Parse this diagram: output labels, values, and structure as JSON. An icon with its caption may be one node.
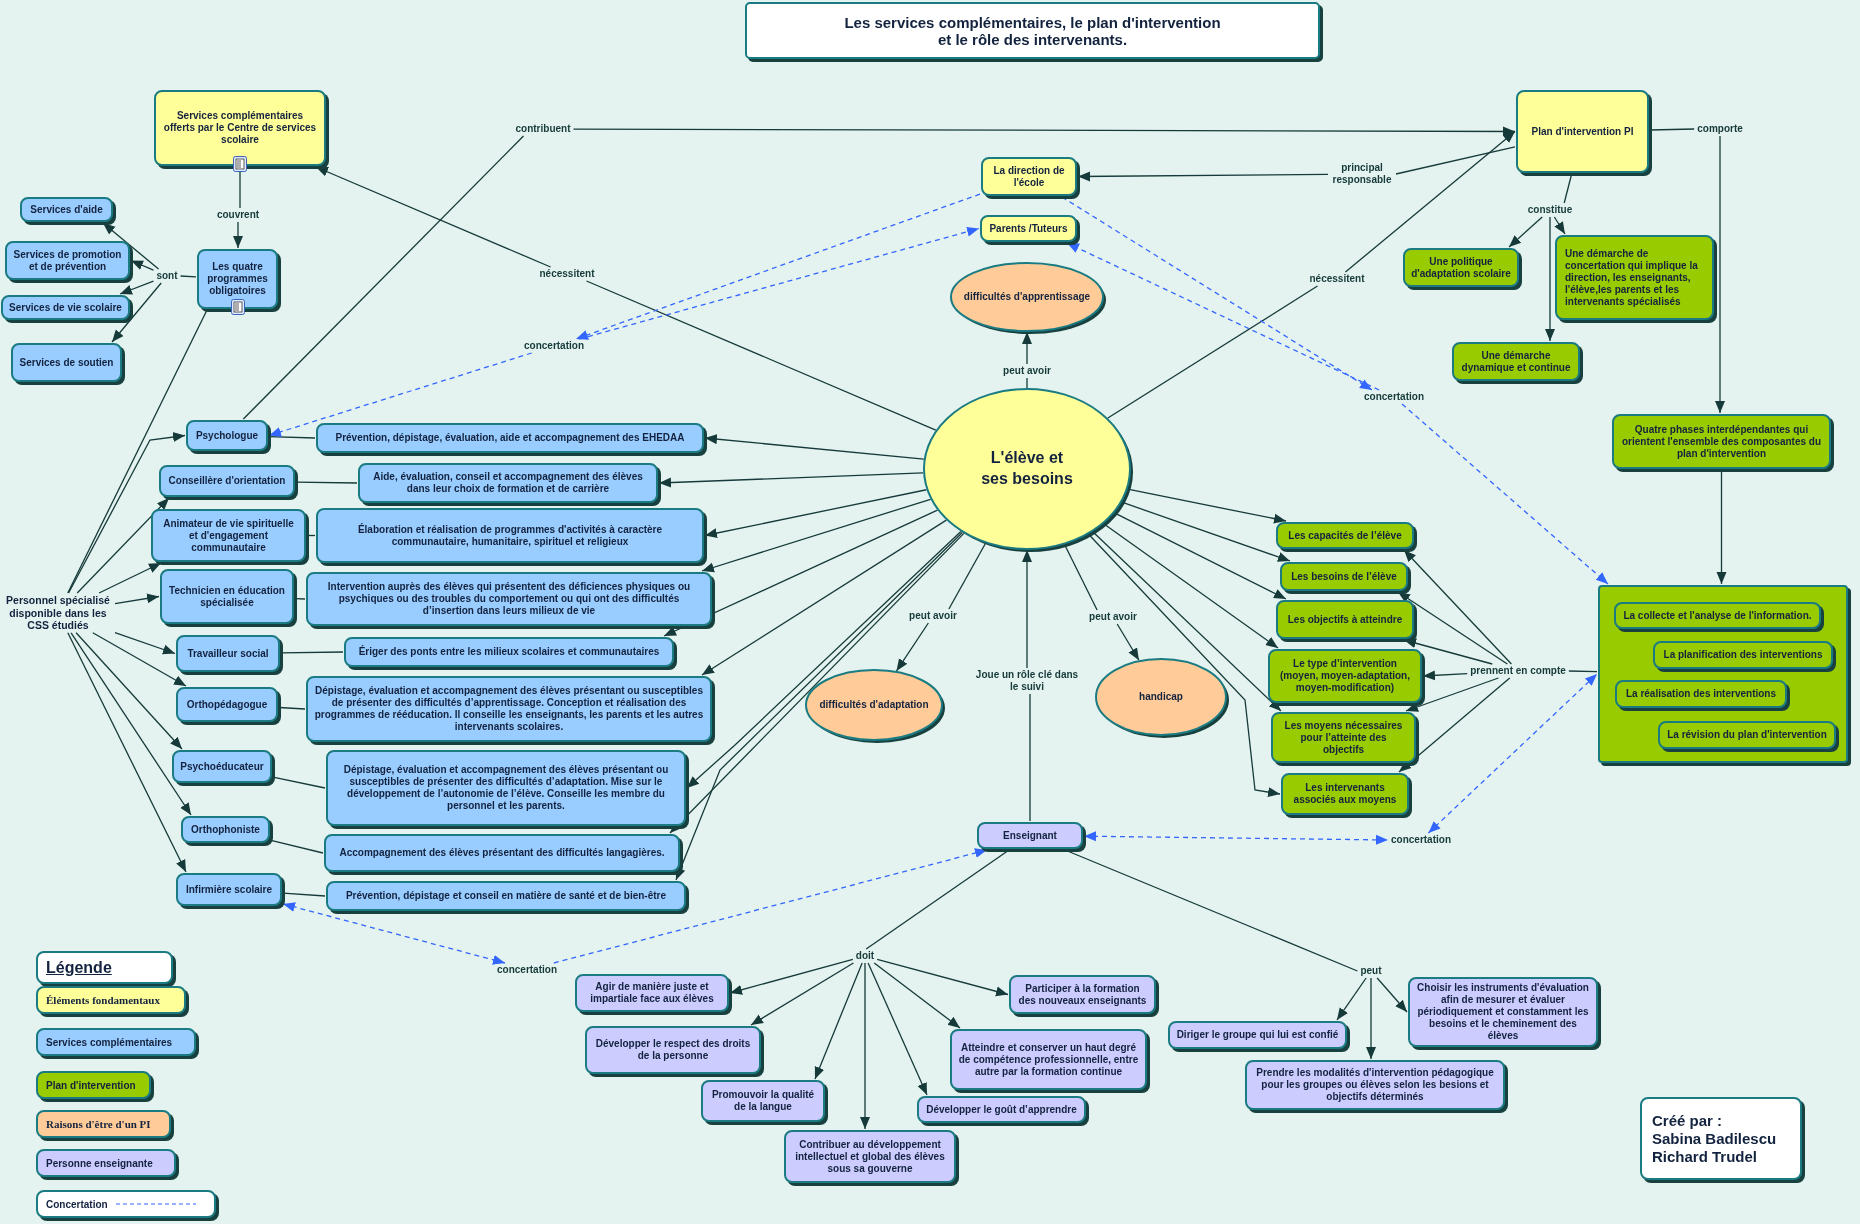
{
  "diagram": {
    "title": "Les services complémentaires, le plan d'intervention et le rôle des intervenants.",
    "nodes": [
      {
        "text": [
          "Services complémentaires offerts par le Centre de services scolaire"
        ]
      },
      {
        "text": [
          "couvrent"
        ]
      },
      {
        "text": [
          "Les quatre programmes obligatoires"
        ]
      },
      {
        "text": [
          "sont"
        ]
      },
      {
        "text": [
          "Services d'aide"
        ]
      },
      {
        "text": [
          "Services de promotion et de prévention"
        ]
      },
      {
        "text": [
          "Services de vie scolaire"
        ]
      },
      {
        "text": [
          "Services de soutien"
        ]
      },
      {
        "text": [
          "Personnel spécialisé disponible dans les CSS étudiés"
        ]
      },
      {
        "text": [
          "Psychologue"
        ]
      },
      {
        "text": [
          "Prévention, dépistage, évaluation, aide et accompagnement des EHEDAA"
        ]
      },
      {
        "text": [
          "Conseillère d'orientation"
        ]
      },
      {
        "text": [
          "Aide, évaluation, conseil et accompagnement des élèves dans leur choix de formation et de carrière"
        ]
      },
      {
        "text": [
          "Animateur de vie spirituelle et d'engagement communautaire"
        ]
      },
      {
        "text": [
          "Élaboration et réalisation de programmes d'activités à caractère communautaire, humanitaire, spirituel et religieux"
        ]
      },
      {
        "text": [
          "Technicien en éducation spécialisée"
        ]
      },
      {
        "text": [
          "Intervention auprès des élèves qui présentent des déficiences physiques ou psychiques ou des troubles du comportement ou qui ont des difficultés d’insertion dans leurs milieux de vie"
        ]
      },
      {
        "text": [
          "Travailleur social"
        ]
      },
      {
        "text": [
          "Ériger des ponts entre les milieux scolaires et communautaires"
        ]
      },
      {
        "text": [
          "Orthopédagogue"
        ]
      },
      {
        "text": [
          "Dépistage, évaluation et accompagnement des élèves présentant ou susceptibles de présenter des difficultés d’apprentissage. Conception et réalisation des programmes de rééducation. Il conseille les enseignants, les parents et les autres intervenants scolaires."
        ]
      },
      {
        "text": [
          "Psychoéducateur"
        ]
      },
      {
        "text": [
          "Dépistage, évaluation et accompagnement des élèves présentant ou susceptibles de présenter des difficultés d’adaptation. Mise sur le développement de l’autonomie de l’élève. Conseille les membre du personnel et les parents."
        ]
      },
      {
        "text": [
          "Orthophoniste"
        ]
      },
      {
        "text": [
          "Accompagnement des élèves présentant des difficultés langagières."
        ]
      },
      {
        "text": [
          "Infirmière scolaire"
        ]
      },
      {
        "text": [
          "Prévention, dépistage et conseil en matière de santé et de bien-être"
        ]
      },
      {
        "text": [
          "L'élève et ses besoins"
        ]
      },
      {
        "text": [
          "contribuent"
        ]
      },
      {
        "text": [
          "nécessitent"
        ]
      },
      {
        "text": [
          "Plan d'intervention PI"
        ]
      },
      {
        "text": [
          "La direction de l'école"
        ]
      },
      {
        "text": [
          "Parents /Tuteurs"
        ]
      },
      {
        "text": [
          "principal responsable"
        ]
      },
      {
        "text": [
          "nécessitent"
        ]
      },
      {
        "text": [
          "difficultés d'apprentissage"
        ]
      },
      {
        "text": [
          "peut avoir"
        ]
      },
      {
        "text": [
          "concertation"
        ]
      },
      {
        "text": [
          "concertation"
        ]
      },
      {
        "text": [
          "constitue"
        ]
      },
      {
        "text": [
          "Une politique d'adaptation scolaire"
        ]
      },
      {
        "text": [
          "Une démarche de concertation qui implique la direction, les enseignants, l'élève,les parents et les intervenants spécialisés"
        ]
      },
      {
        "text": [
          "Une démarche dynamique et continue"
        ]
      },
      {
        "text": [
          "comporte"
        ]
      },
      {
        "text": [
          "Quatre phases interdépendantes qui orientent l'ensemble des composantes du plan d'intervention"
        ]
      },
      {
        "text": [],
        "shape": "box"
      },
      {
        "text": [
          "La collecte et l'analyse de l'information."
        ],
        "in": 45
      },
      {
        "text": [
          "La planification des interventions"
        ],
        "in": 45
      },
      {
        "text": [
          "La réalisation des interventions"
        ],
        "in": 45
      },
      {
        "text": [
          "La révision du plan d'intervention"
        ],
        "in": 45
      },
      {
        "text": [
          "peut avoir"
        ]
      },
      {
        "text": [
          "difficultés d'adaptation"
        ]
      },
      {
        "text": [
          "peut avoir"
        ]
      },
      {
        "text": [
          "handicap"
        ]
      },
      {
        "text": [
          "Joue un rôle clé dans le suivi"
        ]
      },
      {
        "text": [
          "Enseignant"
        ]
      },
      {
        "text": [
          "Les capacités de l’élève"
        ]
      },
      {
        "text": [
          "Les besoins de l’élève"
        ]
      },
      {
        "text": [
          "Les objectifs à atteindre"
        ]
      },
      {
        "text": [
          "Le type d’intervention (moyen, moyen-adaptation, moyen-modification)"
        ]
      },
      {
        "text": [
          "Les moyens nécessaires pour l’atteinte des objectifs"
        ]
      },
      {
        "text": [
          "Les intervenants associés aux moyens"
        ]
      },
      {
        "text": [
          "prennent en compte"
        ]
      },
      {
        "text": [
          "concertation"
        ]
      },
      {
        "text": [
          "concertation"
        ]
      },
      {
        "text": [
          "doit"
        ]
      },
      {
        "text": [
          "peut"
        ]
      },
      {
        "text": [
          "Agir de manière juste et impartiale face aux élèves"
        ]
      },
      {
        "text": [
          "Développer le respect des droits de la personne"
        ]
      },
      {
        "text": [
          "Promouvoir la qualité de la langue"
        ]
      },
      {
        "text": [
          "Contribuer au développement intellectuel et global des élèves sous sa gouverne"
        ]
      },
      {
        "text": [
          "Développer le goût d’apprendre"
        ]
      },
      {
        "text": [
          "Atteindre et conserver un haut degré de compétence professionnelle, entre autre par la formation continue"
        ]
      },
      {
        "text": [
          "Participer à la formation des nouveaux enseignants"
        ]
      },
      {
        "text": [
          "Diriger le groupe qui lui est confié"
        ]
      },
      {
        "text": [
          "Prendre les modalités d'intervention pédagogique pour les groupes ou élèves selon les besions et objectifs déterminés"
        ]
      },
      {
        "text": [
          "Choisir les instruments d'évaluation afin de mesurer et évaluer périodiquement et constamment les besoins et le cheminement des élèves"
        ]
      },
      {
        "text": [
          "Créé par :",
          "Sabina Badilescu Richard Trudel"
        ]
      }
    ],
    "edges": [
      {
        "from": 0,
        "to": 1,
        "arrow": "none"
      },
      {
        "from": 1,
        "to": 2,
        "arrow": "to"
      },
      {
        "from": 2,
        "to": 3,
        "arrow": "none"
      },
      {
        "from": 3,
        "to": 4,
        "arrow": "to"
      },
      {
        "from": 3,
        "to": 5,
        "arrow": "to"
      },
      {
        "from": 3,
        "to": 6,
        "arrow": "to"
      },
      {
        "from": 3,
        "to": 7,
        "arrow": "to"
      },
      {
        "from": 8,
        "to": 2,
        "arrow": "none"
      },
      {
        "from": 8,
        "to": 9,
        "arrow": "to"
      },
      {
        "from": 8,
        "to": 11,
        "arrow": "to"
      },
      {
        "from": 8,
        "to": 13,
        "arrow": "to"
      },
      {
        "from": 8,
        "to": 15,
        "arrow": "to"
      },
      {
        "from": 8,
        "to": 17,
        "arrow": "to"
      },
      {
        "from": 8,
        "to": 19,
        "arrow": "to"
      },
      {
        "from": 8,
        "to": 21,
        "arrow": "to"
      },
      {
        "from": 8,
        "to": 23,
        "arrow": "to"
      },
      {
        "from": 8,
        "to": 25,
        "arrow": "to"
      },
      {
        "from": 9,
        "to": 10,
        "arrow": "none"
      },
      {
        "from": 11,
        "to": 12,
        "arrow": "none"
      },
      {
        "from": 13,
        "to": 14,
        "arrow": "none"
      },
      {
        "from": 15,
        "to": 16,
        "arrow": "none"
      },
      {
        "from": 17,
        "to": 18,
        "arrow": "none"
      },
      {
        "from": 19,
        "to": 20,
        "arrow": "none"
      },
      {
        "from": 21,
        "to": 22,
        "arrow": "none"
      },
      {
        "from": 23,
        "to": 24,
        "arrow": "none"
      },
      {
        "from": 25,
        "to": 26,
        "arrow": "none"
      },
      {
        "from": 27,
        "to": 10,
        "arrow": "to"
      },
      {
        "from": 27,
        "to": 12,
        "arrow": "to"
      },
      {
        "from": 27,
        "to": 14,
        "arrow": "to"
      },
      {
        "from": 27,
        "to": 16,
        "arrow": "to"
      },
      {
        "from": 27,
        "to": 18,
        "arrow": "to"
      },
      {
        "from": 27,
        "to": 20,
        "arrow": "to"
      },
      {
        "from": 27,
        "to": 22,
        "arrow": "to"
      },
      {
        "from": 27,
        "to": 24,
        "arrow": "to"
      },
      {
        "from": 27,
        "to": 26,
        "arrow": "to"
      },
      {
        "from": 9,
        "to": 28,
        "arrow": "none"
      },
      {
        "from": 28,
        "to": 30,
        "arrow": "to"
      },
      {
        "from": 27,
        "to": 29,
        "arrow": "none"
      },
      {
        "from": 29,
        "to": 0,
        "arrow": "to"
      },
      {
        "from": 27,
        "to": 34,
        "arrow": "none"
      },
      {
        "from": 34,
        "to": 30,
        "arrow": "to"
      },
      {
        "from": 30,
        "to": 33,
        "arrow": "none"
      },
      {
        "from": 33,
        "to": 31,
        "arrow": "to"
      },
      {
        "from": 27,
        "to": 36,
        "arrow": "none"
      },
      {
        "from": 36,
        "to": 35,
        "arrow": "to"
      },
      {
        "from": 30,
        "to": 39,
        "arrow": "none"
      },
      {
        "from": 39,
        "to": 40,
        "arrow": "to"
      },
      {
        "from": 39,
        "to": 41,
        "arrow": "to"
      },
      {
        "from": 39,
        "to": 42,
        "arrow": "to"
      },
      {
        "from": 30,
        "to": 43,
        "arrow": "none"
      },
      {
        "from": 43,
        "to": 44,
        "arrow": "to"
      },
      {
        "from": 44,
        "to": 45,
        "arrow": "to"
      },
      {
        "from": 27,
        "to": 50,
        "arrow": "none"
      },
      {
        "from": 50,
        "to": 51,
        "arrow": "to"
      },
      {
        "from": 27,
        "to": 52,
        "arrow": "none"
      },
      {
        "from": 52,
        "to": 53,
        "arrow": "to"
      },
      {
        "from": 55,
        "to": 54,
        "arrow": "none"
      },
      {
        "from": 54,
        "to": 27,
        "arrow": "to"
      },
      {
        "from": 27,
        "to": 56,
        "arrow": "to"
      },
      {
        "from": 27,
        "to": 57,
        "arrow": "to"
      },
      {
        "from": 27,
        "to": 58,
        "arrow": "to"
      },
      {
        "from": 27,
        "to": 59,
        "arrow": "to"
      },
      {
        "from": 27,
        "to": 60,
        "arrow": "to"
      },
      {
        "from": 27,
        "to": 61,
        "arrow": "to"
      },
      {
        "from": 45,
        "to": 62,
        "arrow": "none"
      },
      {
        "from": 62,
        "to": 56,
        "arrow": "to"
      },
      {
        "from": 62,
        "to": 57,
        "arrow": "to"
      },
      {
        "from": 62,
        "to": 58,
        "arrow": "to"
      },
      {
        "from": 62,
        "to": 59,
        "arrow": "to"
      },
      {
        "from": 62,
        "to": 60,
        "arrow": "to"
      },
      {
        "from": 62,
        "to": 61,
        "arrow": "to"
      },
      {
        "from": 31,
        "to": 37,
        "arrow": "to",
        "style": "dashed",
        "color": "#3366ff"
      },
      {
        "from": 37,
        "to": 32,
        "arrow": "to",
        "style": "dashed",
        "color": "#3366ff"
      },
      {
        "from": 37,
        "to": 9,
        "arrow": "to",
        "style": "dashed",
        "color": "#3366ff"
      },
      {
        "from": 31,
        "to": 38,
        "arrow": "to",
        "style": "dashed",
        "color": "#3366ff"
      },
      {
        "from": 38,
        "to": 32,
        "arrow": "to",
        "style": "dashed",
        "color": "#3366ff"
      },
      {
        "from": 38,
        "to": 45,
        "arrow": "to",
        "style": "dashed",
        "color": "#3366ff"
      },
      {
        "from": 55,
        "to": 63,
        "arrow": "both",
        "style": "dashed",
        "color": "#3366ff"
      },
      {
        "from": 63,
        "to": 45,
        "arrow": "both",
        "style": "dashed",
        "color": "#3366ff"
      },
      {
        "from": 25,
        "to": 64,
        "arrow": "both",
        "style": "dashed",
        "color": "#3366ff"
      },
      {
        "from": 64,
        "to": 55,
        "arrow": "to",
        "style": "dashed",
        "color": "#3366ff"
      },
      {
        "from": 55,
        "to": 65,
        "arrow": "none"
      },
      {
        "from": 65,
        "to": 67,
        "arrow": "to"
      },
      {
        "from": 65,
        "to": 68,
        "arrow": "to"
      },
      {
        "from": 65,
        "to": 69,
        "arrow": "to"
      },
      {
        "from": 65,
        "to": 70,
        "arrow": "to"
      },
      {
        "from": 65,
        "to": 71,
        "arrow": "to"
      },
      {
        "from": 65,
        "to": 72,
        "arrow": "to"
      },
      {
        "from": 65,
        "to": 73,
        "arrow": "to"
      },
      {
        "from": 55,
        "to": 66,
        "arrow": "none"
      },
      {
        "from": 66,
        "to": 74,
        "arrow": "to"
      },
      {
        "from": 66,
        "to": 75,
        "arrow": "to"
      },
      {
        "from": 66,
        "to": 76,
        "arrow": "to"
      }
    ],
    "labels": [
      "Légende"
    ],
    "legend": [
      {
        "text": "Éléments fondamentaux",
        "color": "#ffff99"
      },
      {
        "text": "Services complémentaires",
        "color": "#99ccff"
      },
      {
        "text": "Plan d'intervention",
        "color": "#99cc00"
      },
      {
        "text": "Raisons d'être d'un PI",
        "color": "#ffcc99"
      },
      {
        "text": "Personne enseignante",
        "color": "#ccccff"
      },
      {
        "text": "Concertation"
      }
    ]
  }
}
